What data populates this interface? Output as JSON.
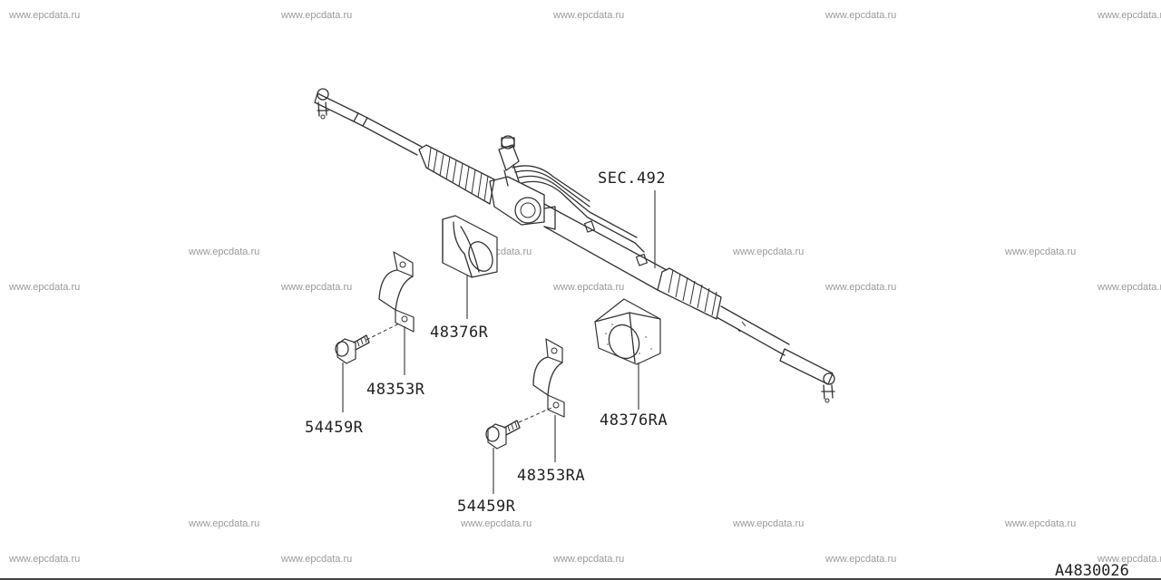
{
  "watermark": "www.epcdata.ru",
  "diagram_id": "A4830026",
  "callouts": {
    "sec_492": "SEC.492",
    "bracket_upper": "48376R",
    "clamp_left": "48353R",
    "bolt_left": "54459R",
    "clamp_right": "48353RA",
    "bolt_right": "54459R",
    "bracket_lower": "48376RA"
  }
}
